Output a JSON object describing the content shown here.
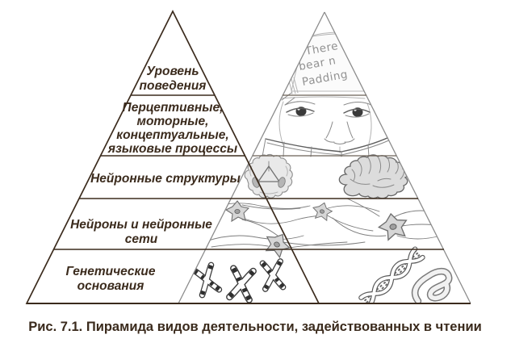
{
  "figure": {
    "caption": "Рис. 7.1. Пирамида видов деятельности, задействованных в чтении"
  },
  "pyramid": {
    "levels": [
      {
        "name": "behavior-level",
        "lines": [
          "Уровень",
          "поведения"
        ]
      },
      {
        "name": "processes-level",
        "lines": [
          "Перцептивные,",
          "моторные,",
          "концептуальные,",
          "языковые процессы"
        ]
      },
      {
        "name": "neural-structures",
        "lines": [
          "Нейронные структуры"
        ]
      },
      {
        "name": "neuron-networks",
        "lines": [
          "Нейроны и нейронные",
          "сети"
        ]
      },
      {
        "name": "genetic-foundations",
        "lines": [
          "Генетические",
          "основания"
        ]
      }
    ]
  },
  "book_page": {
    "handwritten_lines": [
      "There",
      "bear n",
      "Padding"
    ]
  },
  "illustrations": {
    "book_page": "storybook-page-sketch",
    "child_face": "child-reading-face-sketch",
    "open_book": "open-book-sketch",
    "brain_coronal": "brain-coronal-section-sketch",
    "brain_lateral": "brain-lateral-view-sketch",
    "neurons": "neuron-network-sketch",
    "chromosomes": "chromosomes-sketch",
    "dna": "dna-double-helix-sketch",
    "chromatin": "chromatin-strand-sketch"
  },
  "colors": {
    "ink": "#3b2b1d",
    "pencil": "#8c8c8c",
    "sketch": "#7a7a7a",
    "caption_text": "#3a2a1c"
  }
}
